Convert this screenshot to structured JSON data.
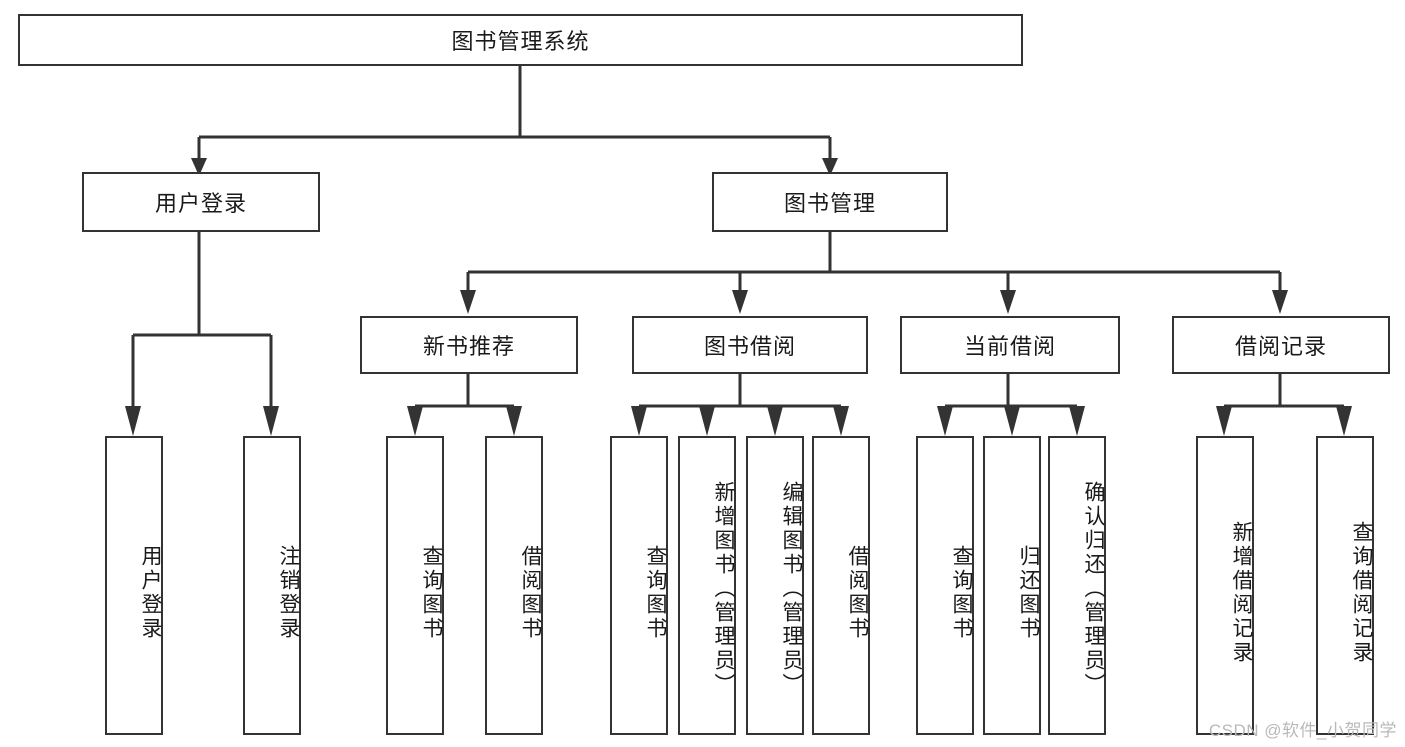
{
  "diagram": {
    "title": "图书管理系统",
    "watermark": "CSDN @软件_小贺同学",
    "root": {
      "label": "图书管理系统"
    },
    "level2": [
      {
        "label": "用户登录"
      },
      {
        "label": "图书管理"
      }
    ],
    "level3": [
      {
        "label": "新书推荐"
      },
      {
        "label": "图书借阅"
      },
      {
        "label": "当前借阅"
      },
      {
        "label": "借阅记录"
      }
    ],
    "leaves": {
      "user_login": [
        {
          "label": "用户登录"
        },
        {
          "label": "注销登录"
        }
      ],
      "new_book": [
        {
          "label": "查询图书"
        },
        {
          "label": "借阅图书"
        }
      ],
      "book_borrow": [
        {
          "label": "查询图书"
        },
        {
          "label": "新增图书（管理员）"
        },
        {
          "label": "编辑图书（管理员）"
        },
        {
          "label": "借阅图书"
        }
      ],
      "current_borrow": [
        {
          "label": "查询图书"
        },
        {
          "label": "归还图书"
        },
        {
          "label": "确认归还（管理员）"
        }
      ],
      "borrow_record": [
        {
          "label": "新增借阅记录"
        },
        {
          "label": "查询借阅记录"
        }
      ]
    },
    "colors": {
      "border": "#333333",
      "text": "#1a1a1a",
      "background": "#ffffff",
      "watermark": "#b9b9b9"
    }
  }
}
